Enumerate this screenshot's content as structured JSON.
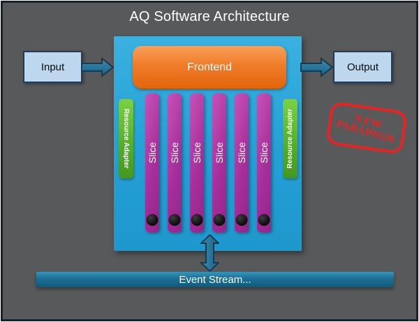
{
  "title": "AQ Software Architecture",
  "nodes": {
    "input": "Input",
    "output": "Output",
    "frontend": "Frontend",
    "resource_adapter_left": "Resource Adapter",
    "resource_adapter_right": "Resource Adapter",
    "slice_label": "Slice",
    "slice_count": 6,
    "event_stream": "Event Stream..."
  },
  "stamp": {
    "line1": "NEW",
    "line2": "PARADIGM"
  },
  "colors": {
    "canvas_background": "#58595a",
    "frame_border": "#15232e",
    "main_box_blue": "#28a5da",
    "frontend_orange": "#ee7a28",
    "slice_magenta": "#a834a0",
    "adapter_green": "#5cba31",
    "arrow_steel_blue": "#26789f",
    "event_bar_teal": "#1d6f94",
    "io_box_fill": "#bdd7ee",
    "io_box_border": "#1d3c5e",
    "stamp_red": "#e92323",
    "title_text": "#ffffff",
    "slice_dot_black": "#111111"
  }
}
